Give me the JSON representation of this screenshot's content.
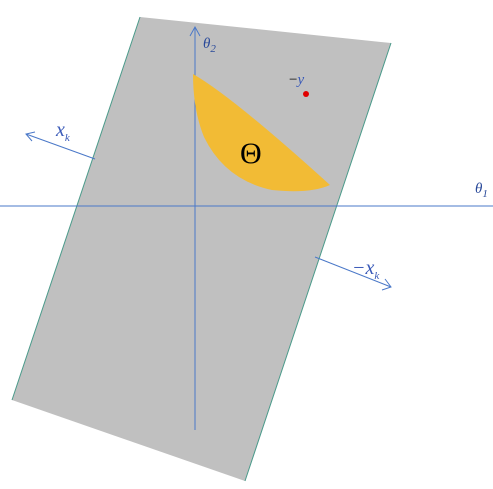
{
  "labels": {
    "theta2": {
      "main": "θ",
      "sub": "2"
    },
    "theta1": {
      "main": "θ",
      "sub": "1"
    },
    "xk": {
      "main": "x",
      "sub": "k"
    },
    "neg_xk": {
      "main": "−x",
      "sub": "k"
    },
    "neg_y": {
      "minus": "−",
      "main": "y"
    },
    "Theta": "Θ"
  },
  "colors": {
    "plane_fill": "#c0c0c0",
    "plane_edge": "#4a9a8a",
    "region_fill": "#f2bb35",
    "axis": "#4a78c8",
    "arrow": "#4a78c8",
    "point": "#e00000",
    "text_dark": "#000000"
  }
}
